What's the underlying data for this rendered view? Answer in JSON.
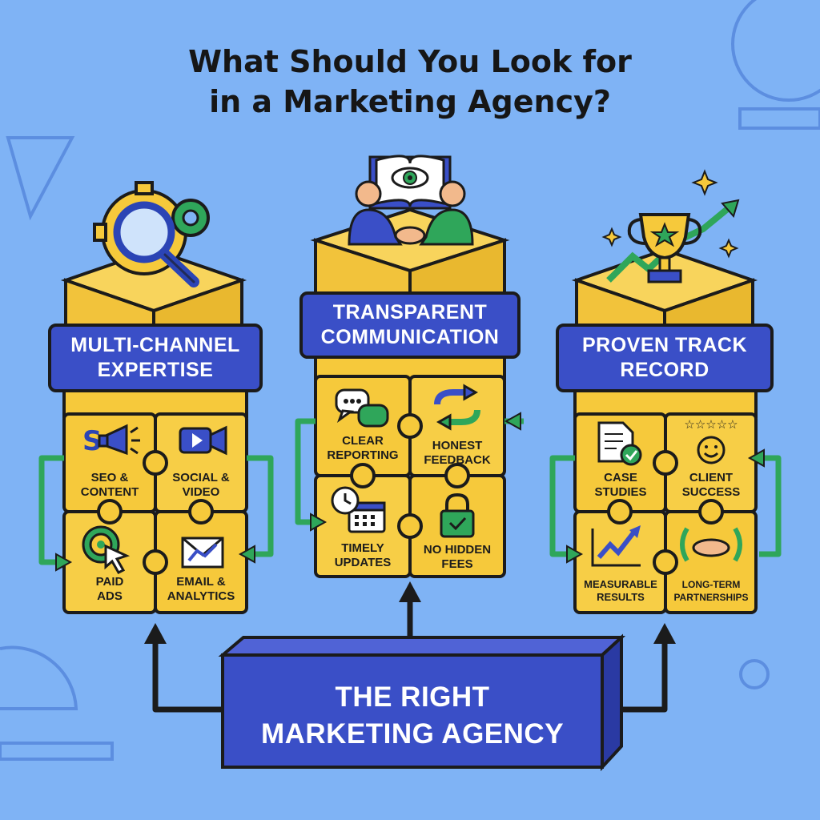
{
  "title": {
    "line1": "What Should You Look for",
    "line2": "in a Marketing Agency?"
  },
  "columns": [
    {
      "heading_lines": [
        "MULTI-CHANNEL",
        "EXPERTISE"
      ],
      "top_icon": "magnifier-gear-icon",
      "tiles": [
        {
          "lines": [
            "SEO &",
            "CONTENT"
          ],
          "icon": "megaphone-icon"
        },
        {
          "lines": [
            "SOCIAL &",
            "VIDEO"
          ],
          "icon": "video-camera-icon"
        },
        {
          "lines": [
            "PAID",
            "ADS"
          ],
          "icon": "cursor-target-icon"
        },
        {
          "lines": [
            "EMAIL &",
            "ANALYTICS"
          ],
          "icon": "envelope-chart-icon"
        }
      ]
    },
    {
      "heading_lines": [
        "TRANSPARENT",
        "COMMUNICATION"
      ],
      "top_icon": "handshake-eye-book-icon",
      "tiles": [
        {
          "lines": [
            "CLEAR",
            "REPORTING"
          ],
          "icon": "chat-bubbles-icon"
        },
        {
          "lines": [
            "HONEST",
            "FEEDBACK"
          ],
          "icon": "refresh-arrows-icon"
        },
        {
          "lines": [
            "TIMELY",
            "UPDATES"
          ],
          "icon": "clock-calendar-icon"
        },
        {
          "lines": [
            "NO HIDDEN",
            "FEES"
          ],
          "icon": "padlock-icon"
        }
      ]
    },
    {
      "heading_lines": [
        "PROVEN TRACK",
        "RECORD"
      ],
      "top_icon": "trophy-icon",
      "tiles": [
        {
          "lines": [
            "CASE",
            "STUDIES"
          ],
          "icon": "document-check-icon"
        },
        {
          "lines": [
            "CLIENT",
            "SUCCESS"
          ],
          "icon": "smiley-stars-icon"
        },
        {
          "lines": [
            "MEASURABLE",
            "RESULTS"
          ],
          "icon": "trend-chart-icon"
        },
        {
          "lines": [
            "LONG-TERM",
            "PARTNERSHIPS"
          ],
          "icon": "laurel-handshake-icon"
        }
      ]
    }
  ],
  "bottom_box": {
    "line1": "THE RIGHT",
    "line2": "MARKETING AGENCY"
  },
  "colors": {
    "background": "#7fb3f5",
    "puzzle_yellow": "#f6c93b",
    "banner_blue": "#3a4fc7",
    "arrow_green": "#2fa65a",
    "outline": "#1b1b1b"
  }
}
